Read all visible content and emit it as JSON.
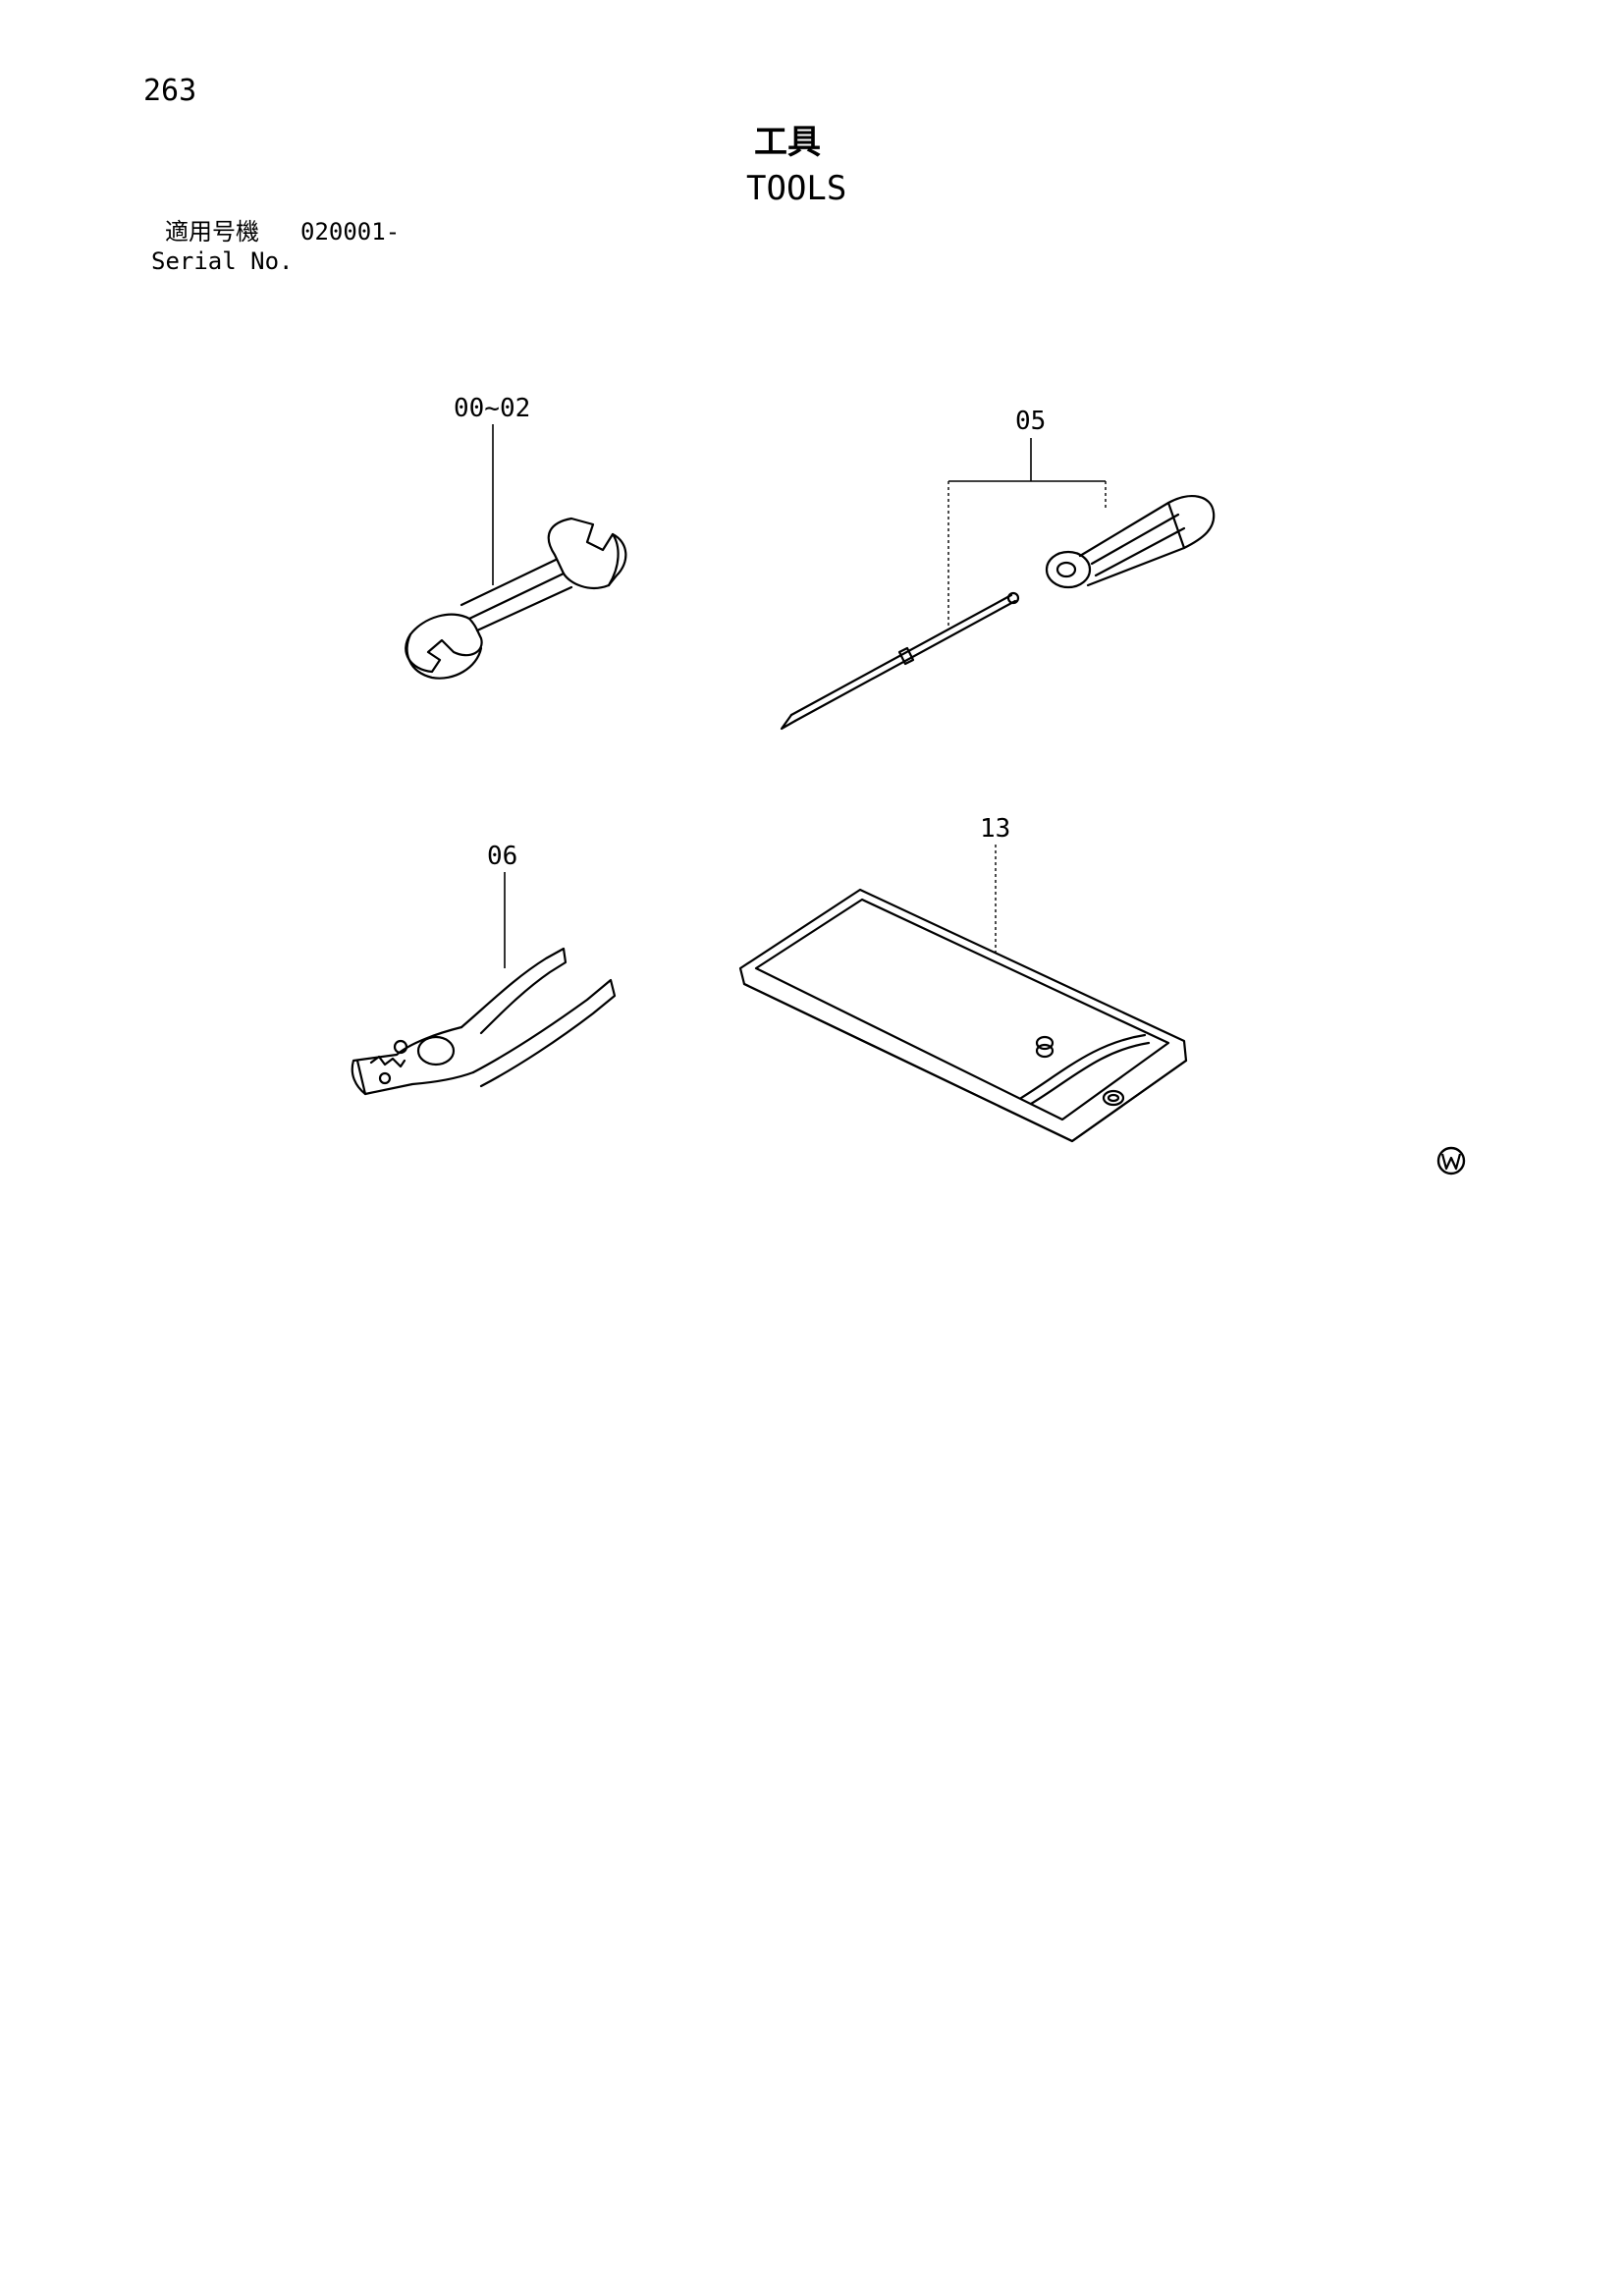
{
  "page": {
    "number": "263"
  },
  "title": {
    "japanese": "工具",
    "english": "TOOLS"
  },
  "serial": {
    "label_jp": "適用号機",
    "value": "020001-",
    "label_en": "Serial No."
  },
  "parts": [
    {
      "ref": "00~02",
      "icon": "wrench-icon"
    },
    {
      "ref": "05",
      "icon": "screwdriver-icon"
    },
    {
      "ref": "06",
      "icon": "pliers-icon"
    },
    {
      "ref": "13",
      "icon": "tool-bag-icon"
    }
  ],
  "mark": {
    "icon": "w-circle-mark"
  }
}
